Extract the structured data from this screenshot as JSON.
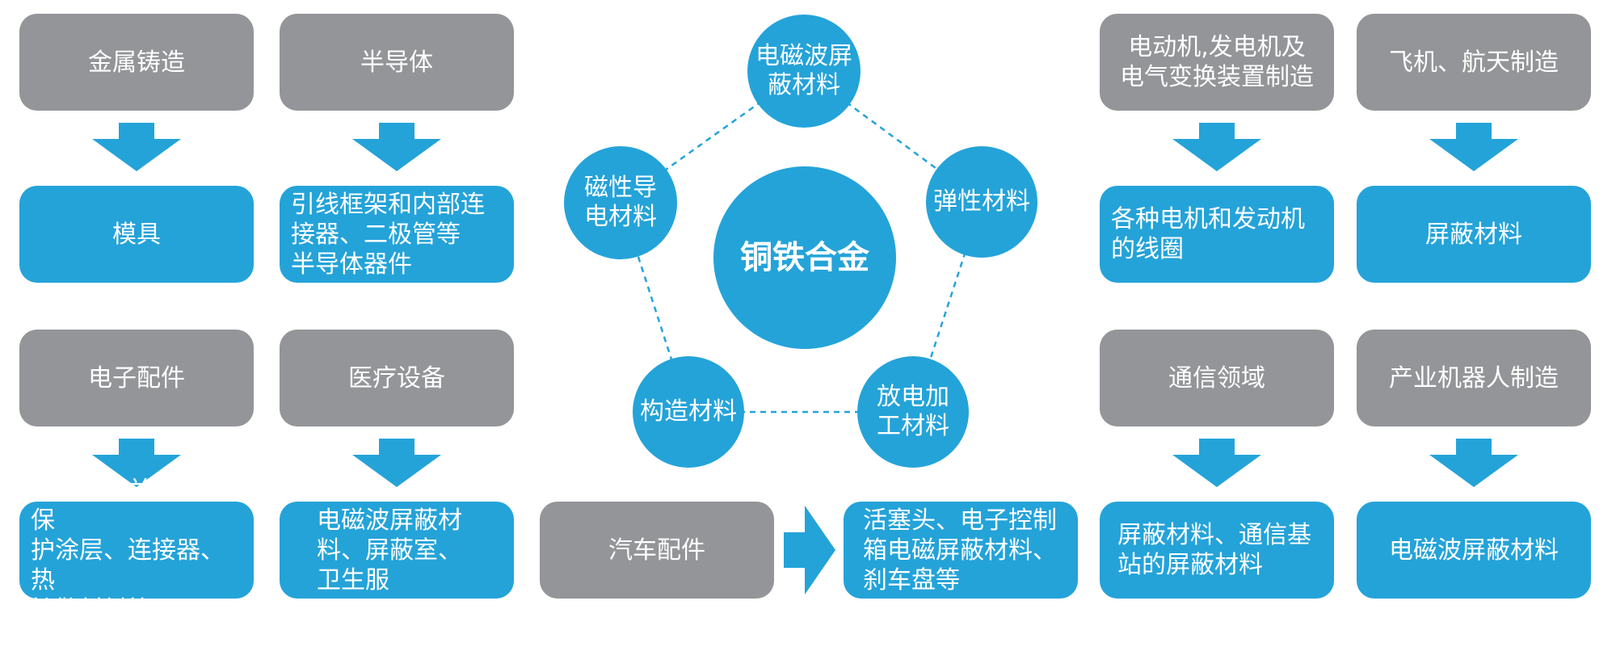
{
  "colors": {
    "gray": "#939598",
    "blue": "#24a3d9",
    "connector": "#24a3d9"
  },
  "center": {
    "core": "铜铁合金",
    "nodes": {
      "emi": "电磁波屏\n蔽材料",
      "elastic": "弹性材料",
      "edm": "放电加\n工材料",
      "structural": "构造材料",
      "magnetic": "磁性导\n电材料"
    }
  },
  "left": {
    "casting": {
      "industry": "金属铸造",
      "product": "模具"
    },
    "semiconductor": {
      "industry": "半导体",
      "product": "引线框架和内部连\n接器、二极管等\n半导体器件"
    },
    "electronics": {
      "industry": "电子配件",
      "product": "电线、开关、电磁保\n护涂层、连接器、热\n扩敬材料等"
    },
    "medical": {
      "industry": "医疗设备",
      "product": "电磁波屏蔽材\n料、屏蔽室、\n卫生服"
    }
  },
  "auto": {
    "industry": "汽车配件",
    "product": "活塞头、电子控制\n箱电磁屏蔽材料、\n刹车盘等"
  },
  "right": {
    "motor": {
      "industry": "电动机,发电机及\n电气变换装置制造",
      "product": "各种电机和发动机\n的线圈"
    },
    "aerospace": {
      "industry": "飞机、航天制造",
      "product": "屏蔽材料"
    },
    "telecom": {
      "industry": "通信领域",
      "product": "屏蔽材料、通信基\n站的屏蔽材料"
    },
    "robotics": {
      "industry": "产业机器人制造",
      "product": "电磁波屏蔽材料"
    }
  }
}
